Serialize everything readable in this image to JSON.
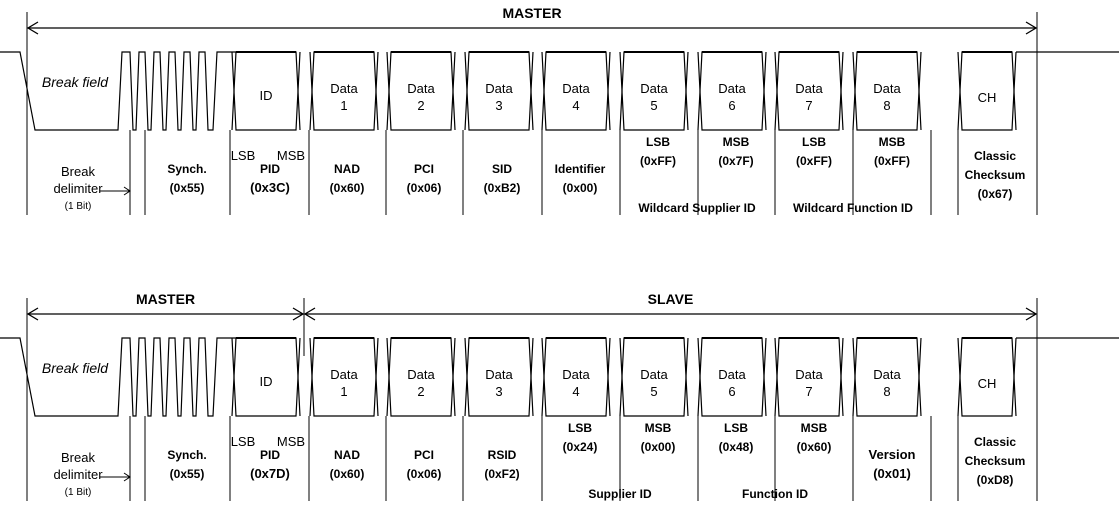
{
  "frames": [
    {
      "ranges": [
        {
          "label": "MASTER"
        }
      ],
      "break_label": "Break field",
      "id_label": "ID",
      "lsb_msb": [
        "LSB",
        "MSB"
      ],
      "delimiter": [
        "Break",
        "delimiter",
        "(1 Bit)"
      ],
      "data_boxes": [
        [
          "Data",
          "1"
        ],
        [
          "Data",
          "2"
        ],
        [
          "Data",
          "3"
        ],
        [
          "Data",
          "4"
        ],
        [
          "Data",
          "5"
        ],
        [
          "Data",
          "6"
        ],
        [
          "Data",
          "7"
        ],
        [
          "Data",
          "8"
        ]
      ],
      "ch_label": "CH",
      "fields": [
        {
          "lines": [
            "Synch.",
            "(0x55)"
          ]
        },
        {
          "lines": [
            "PID",
            "(0x3C)"
          ]
        },
        {
          "lines": [
            "NAD",
            "(0x60)"
          ]
        },
        {
          "lines": [
            "PCI",
            "(0x06)"
          ]
        },
        {
          "lines": [
            "SID",
            "(0xB2)"
          ]
        },
        {
          "lines": [
            "Identifier",
            "(0x00)"
          ]
        },
        {
          "lines": [
            "LSB",
            "(0xFF)"
          ]
        },
        {
          "lines": [
            "MSB",
            "(0x7F)"
          ]
        },
        {
          "lines": [
            "LSB",
            "(0xFF)"
          ]
        },
        {
          "lines": [
            "MSB",
            "(0xFF)"
          ]
        },
        {
          "lines": [
            "Classic",
            "Checksum",
            "(0x67)"
          ]
        }
      ],
      "groups": [
        "Wildcard Supplier ID",
        "Wildcard Function ID"
      ]
    },
    {
      "ranges": [
        {
          "label": "MASTER"
        },
        {
          "label": "SLAVE"
        }
      ],
      "break_label": "Break field",
      "id_label": "ID",
      "lsb_msb": [
        "LSB",
        "MSB"
      ],
      "delimiter": [
        "Break",
        "delimiter",
        "(1 Bit)"
      ],
      "data_boxes": [
        [
          "Data",
          "1"
        ],
        [
          "Data",
          "2"
        ],
        [
          "Data",
          "3"
        ],
        [
          "Data",
          "4"
        ],
        [
          "Data",
          "5"
        ],
        [
          "Data",
          "6"
        ],
        [
          "Data",
          "7"
        ],
        [
          "Data",
          "8"
        ]
      ],
      "ch_label": "CH",
      "fields": [
        {
          "lines": [
            "Synch.",
            "(0x55)"
          ]
        },
        {
          "lines": [
            "PID",
            "(0x7D)"
          ]
        },
        {
          "lines": [
            "NAD",
            "(0x60)"
          ]
        },
        {
          "lines": [
            "PCI",
            "(0x06)"
          ]
        },
        {
          "lines": [
            "RSID",
            "(0xF2)"
          ]
        },
        {
          "lines": [
            "LSB",
            "(0x24)"
          ]
        },
        {
          "lines": [
            "MSB",
            "(0x00)"
          ]
        },
        {
          "lines": [
            "LSB",
            "(0x48)"
          ]
        },
        {
          "lines": [
            "MSB",
            "(0x60)"
          ]
        },
        {
          "lines": [
            "Version",
            "(0x01)"
          ]
        },
        {
          "lines": [
            "Classic",
            "Checksum",
            "(0xD8)"
          ]
        }
      ],
      "groups": [
        "Supplier ID",
        "Function ID"
      ]
    }
  ]
}
